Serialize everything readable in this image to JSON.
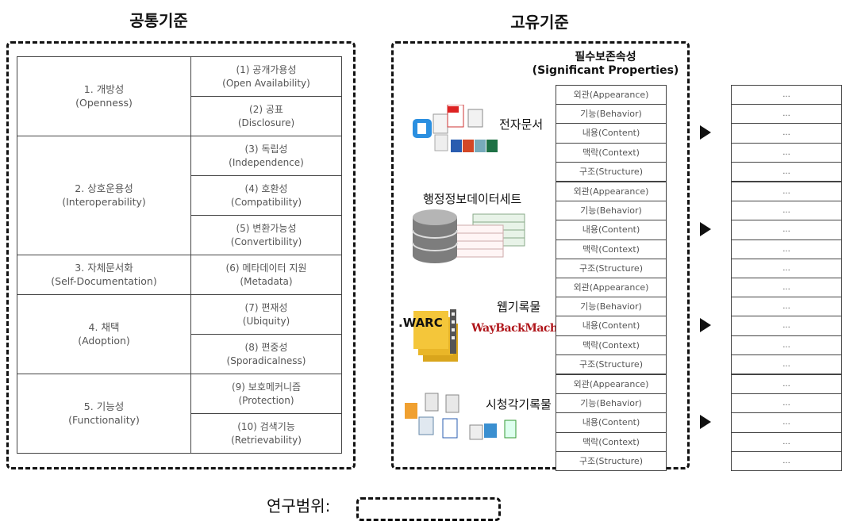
{
  "common": {
    "heading": "공통기준",
    "groups": [
      {
        "name_ko": "1. 개방성",
        "name_en": "(Openness)",
        "items": [
          {
            "ko": "(1) 공개가용성",
            "en": "(Open Availability)"
          },
          {
            "ko": "(2) 공표",
            "en": "(Disclosure)"
          }
        ]
      },
      {
        "name_ko": "2. 상호운용성",
        "name_en": "(Interoperability)",
        "items": [
          {
            "ko": "(3) 독립성",
            "en": "(Independence)"
          },
          {
            "ko": "(4) 호환성",
            "en": "(Compatibility)"
          },
          {
            "ko": "(5) 변환가능성",
            "en": "(Convertibility)"
          }
        ]
      },
      {
        "name_ko": "3. 자체문서화",
        "name_en": "(Self-Documentation)",
        "items": [
          {
            "ko": "(6) 메타데이터 지원",
            "en": "(Metadata)"
          }
        ]
      },
      {
        "name_ko": "4. 채택",
        "name_en": "(Adoption)",
        "items": [
          {
            "ko": "(7) 편재성",
            "en": "(Ubiquity)"
          },
          {
            "ko": "(8) 편중성",
            "en": "(Sporadicalness)"
          }
        ]
      },
      {
        "name_ko": "5. 기능성",
        "name_en": "(Functionality)",
        "items": [
          {
            "ko": "(9) 보호메커니즘",
            "en": "(Protection)"
          },
          {
            "ko": "(10) 검색기능",
            "en": "(Retrievability)"
          }
        ]
      }
    ]
  },
  "specific": {
    "heading": "고유기준",
    "sig_title_ko": "필수보존속성",
    "sig_title_en": "(Significant Properties)",
    "properties": [
      "외관(Appearance)",
      "기능(Behavior)",
      "내용(Content)",
      "맥락(Context)",
      "구조(Structure)"
    ],
    "categories": [
      {
        "label": "전자문서",
        "icon": "office-documents-icon"
      },
      {
        "label": "행정정보데이터세트",
        "icon": "database-icon"
      },
      {
        "label": "웹기록물",
        "icon": "web-archive-icon",
        "warc": ".WARC",
        "wayback": "WayBackMachine"
      },
      {
        "label": "시청각기록물",
        "icon": "media-files-icon"
      }
    ],
    "output_value": "..."
  },
  "legend": {
    "label": "연구범위:"
  },
  "colors": {
    "line": "#444444",
    "dash": "#111111",
    "text": "#555555"
  }
}
